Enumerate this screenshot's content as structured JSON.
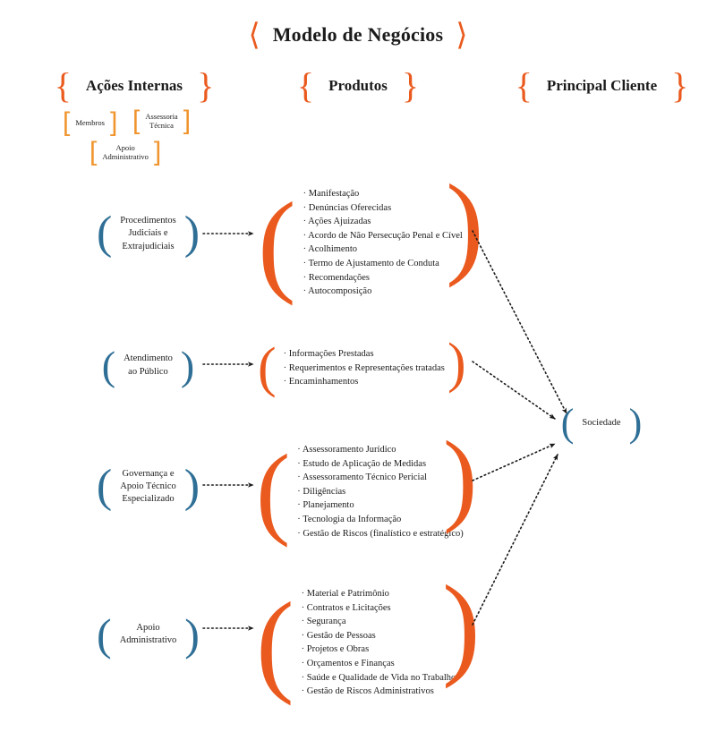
{
  "title": {
    "text": "Modelo de Negócios",
    "left_chevron": "chevron-left-icon",
    "right_chevron": "chevron-right-icon"
  },
  "colors": {
    "orange": "#ea5a1e",
    "amber": "#f0952e",
    "blue": "#2f6f96",
    "text": "#1b1b1b",
    "background": "#ffffff"
  },
  "columns": {
    "internal_actions": {
      "label": "Ações Internas",
      "open_brace": "{",
      "close_brace": "}"
    },
    "products": {
      "label": "Produtos",
      "open_brace": "{",
      "close_brace": "}"
    },
    "main_client": {
      "label": "Principal Cliente",
      "open_brace": "{",
      "close_brace": "}"
    }
  },
  "internal_action_chips": [
    {
      "label": "Membros",
      "open": "[",
      "close": "]"
    },
    {
      "label": "Assessoria\nTécnica",
      "line1": "Assessoria",
      "line2": "Técnica",
      "open": "[",
      "close": "]"
    },
    {
      "label": "Apoio\nAdministrativo",
      "line1": "Apoio",
      "line2": "Administrativo",
      "open": "[",
      "close": "]"
    }
  ],
  "rows": [
    {
      "id": "procedimentos",
      "action": {
        "lines": [
          "Procedimentos",
          "Judiciais e",
          "Extrajudiciais"
        ],
        "open": "(",
        "close": ")"
      },
      "products": [
        "Manifestação",
        "Denúncias Oferecidas",
        "Ações Ajuizadas",
        "Acordo de Não Persecução Penal e Cível",
        "Acolhimento",
        "Termo de Ajustamento de Conduta",
        "Recomendações",
        "Autocomposição"
      ]
    },
    {
      "id": "atendimento",
      "action": {
        "lines": [
          "Atendimento",
          "ao Público"
        ],
        "open": "(",
        "close": ")"
      },
      "products": [
        "Informações Prestadas",
        "Requerimentos e Representações tratadas",
        "Encaminhamentos"
      ]
    },
    {
      "id": "governanca",
      "action": {
        "lines": [
          "Governança e",
          "Apoio Técnico",
          "Especializado"
        ],
        "open": "(",
        "close": ")"
      },
      "products": [
        "Assessoramento Jurídico",
        "Estudo de Aplicação de Medidas",
        "Assessoramento Técnico Pericial",
        "Diligências",
        "Planejamento",
        "Tecnologia da Informação",
        "Gestão de Riscos (finalístico e estratégico)"
      ]
    },
    {
      "id": "apoio-administrativo",
      "action": {
        "lines": [
          "Apoio",
          "Administrativo"
        ],
        "open": "(",
        "close": ")"
      },
      "products": [
        "Material e Patrimônio",
        "Contratos e Licitações",
        "Segurança",
        "Gestão de Pessoas",
        "Projetos e Obras",
        "Orçamentos e Finanças",
        "Saúde e Qualidade de Vida no Trabalho",
        "Gestão de Riscos Administrativos"
      ]
    }
  ],
  "client_node": {
    "label": "Sociedade",
    "open": "(",
    "close": ")"
  }
}
